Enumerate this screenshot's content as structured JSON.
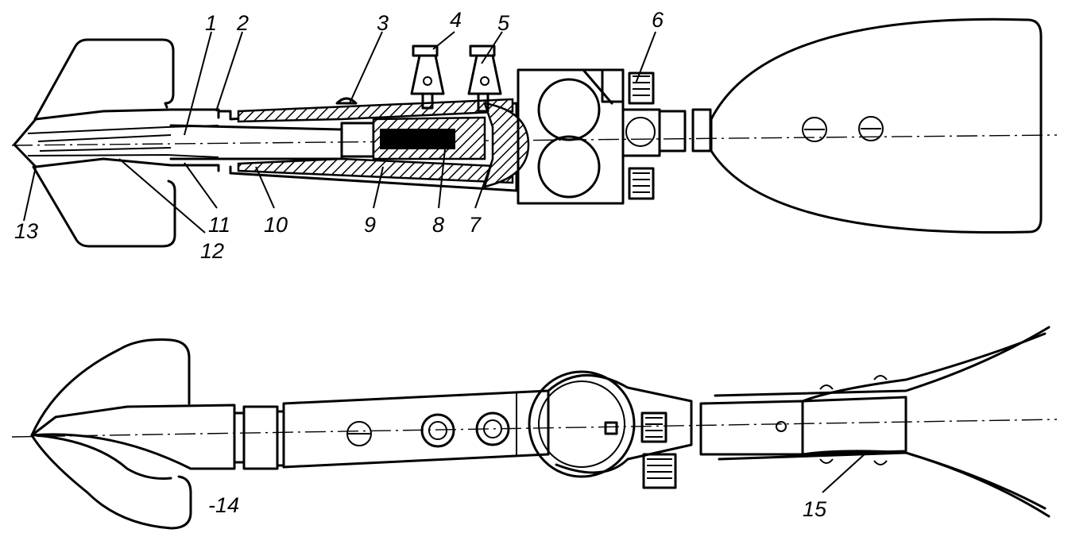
{
  "callouts": {
    "c1": "1",
    "c2": "2",
    "c3": "3",
    "c4": "4",
    "c5": "5",
    "c6": "6",
    "c7": "7",
    "c8": "8",
    "c9": "9",
    "c10": "10",
    "c11": "11",
    "c12": "12",
    "c13": "13",
    "c14": "-14",
    "c15": "15"
  }
}
